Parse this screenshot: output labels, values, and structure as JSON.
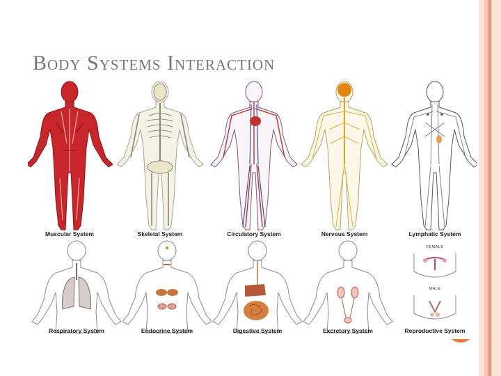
{
  "slide": {
    "title": "Body Systems Interaction",
    "colors": {
      "border_light": "#fbe3d8",
      "border_mid": "#f6b8a2",
      "border_accent": "#ef8f6e",
      "accent_circle": "#f07a3c",
      "title": "#7a7476"
    }
  },
  "diagram": {
    "top_row": [
      {
        "label": "Muscular System",
        "icon": "muscular-figure"
      },
      {
        "label": "Skeletal System",
        "icon": "skeletal-figure"
      },
      {
        "label": "Circulatory System",
        "icon": "circulatory-figure"
      },
      {
        "label": "Nervous System",
        "icon": "nervous-figure"
      },
      {
        "label": "Lymphatic System",
        "icon": "lymphatic-figure"
      }
    ],
    "bottom_row": [
      {
        "label": "Respiratory System",
        "icon": "lungs-torso"
      },
      {
        "label": "Endocrine System",
        "icon": "glands-torso"
      },
      {
        "label": "Digestive System",
        "icon": "digestive-torso"
      },
      {
        "label": "Excretory System",
        "icon": "kidneys-torso"
      },
      {
        "label": "Reproductive System",
        "icon": "reproductive-panels"
      }
    ],
    "reproductive_labels": {
      "female": "FEMALE",
      "male": "MALE"
    }
  }
}
